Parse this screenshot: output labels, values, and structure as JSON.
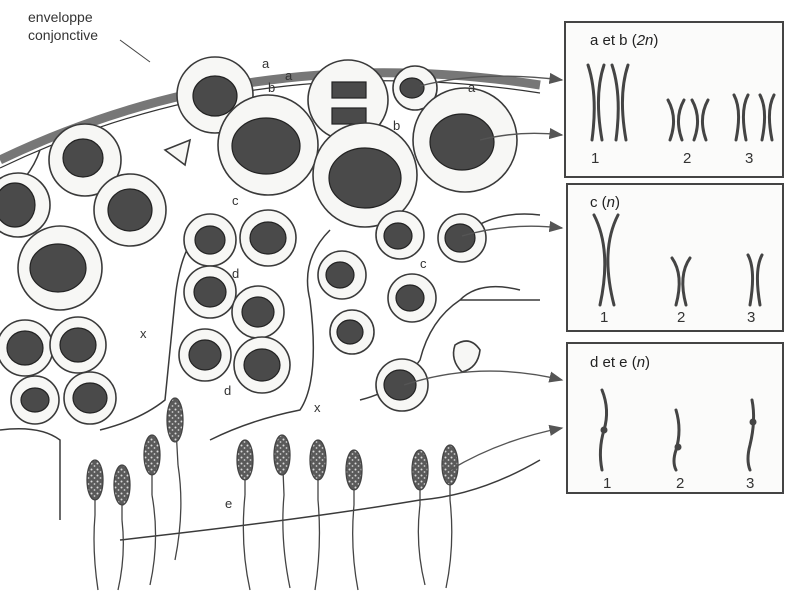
{
  "labels": {
    "envelope_line1": "enveloppe",
    "envelope_line2": "conjonctive",
    "a": "a",
    "b": "b",
    "c": "c",
    "d": "d",
    "e": "e",
    "x": "x"
  },
  "panels": [
    {
      "title_prefix": "a et b (",
      "title_italic": "2n",
      "title_suffix": ")",
      "numbers": [
        "1",
        "2",
        "3"
      ]
    },
    {
      "title_prefix": "c (",
      "title_italic": "n",
      "title_suffix": ")",
      "numbers": [
        "1",
        "2",
        "3"
      ]
    },
    {
      "title_prefix": "d et e (",
      "title_italic": "n",
      "title_suffix": ")",
      "numbers": [
        "1",
        "2",
        "3"
      ]
    }
  ],
  "colors": {
    "ink": "#333333",
    "paper": "#ffffff",
    "nucleus": "#4a4a4a"
  }
}
